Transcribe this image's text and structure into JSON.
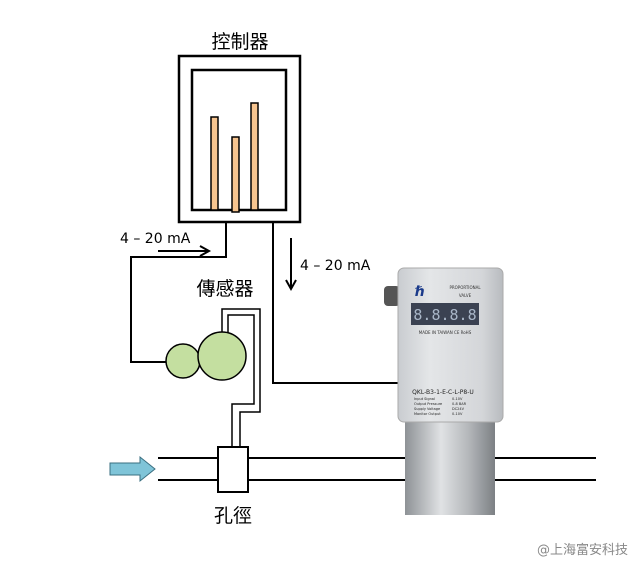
{
  "labels": {
    "controller": "控制器",
    "sensor": "傳感器",
    "orifice": "孔徑",
    "signal_in": "4 – 20 mA",
    "signal_out": "4 – 20 mA",
    "watermark": "@上海富安科技"
  },
  "valve": {
    "title_line1": "PROPORTIONAL",
    "title_line2": "VALVE",
    "display": "8.8.8.8",
    "made_in": "MADE IN TAIWAN  CE RoHS",
    "model": "QKL-B3-1-E-C-L-P8-U",
    "specs": [
      {
        "k": "Input Signal",
        "v": "0-10V"
      },
      {
        "k": "Output Pressure",
        "v": "0-8 BAR"
      },
      {
        "k": "Supply Voltage",
        "v": "DC24V"
      },
      {
        "k": "Monitor Output",
        "v": "0-10V"
      }
    ]
  },
  "colors": {
    "bar": "#f6c48f",
    "sensor": "#c4dfa0",
    "flow_arrow": "#7fc4d8"
  }
}
